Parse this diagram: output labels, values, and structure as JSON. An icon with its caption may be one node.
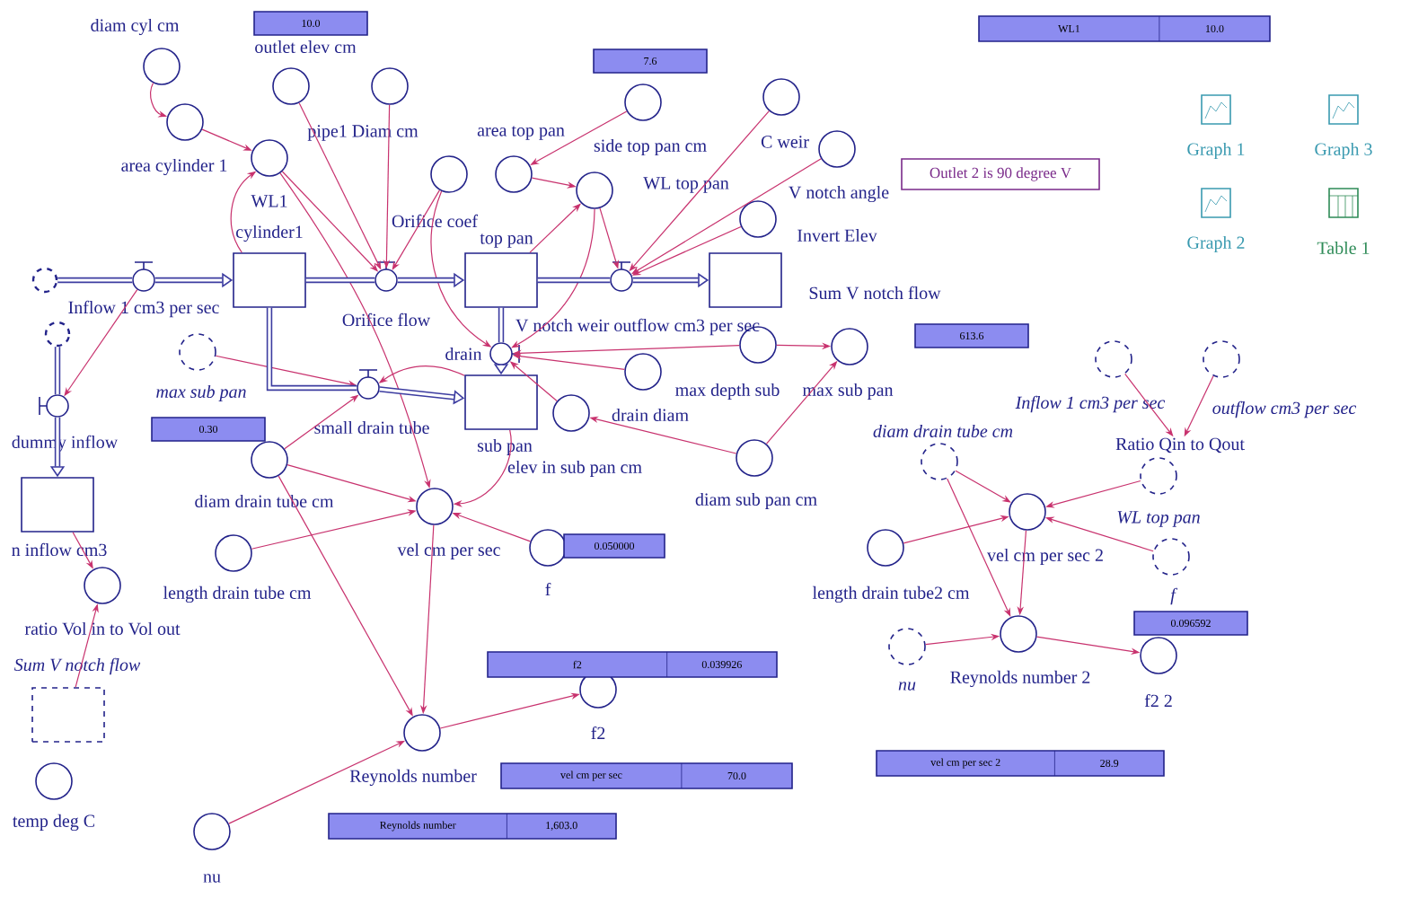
{
  "diagram": {
    "nodes": [
      {
        "text": [
          "diam cyl cm"
        ]
      },
      {
        "text": [
          "area cylinder 1"
        ]
      },
      {
        "text": [
          "WL1"
        ]
      },
      {
        "text": [
          "outlet elev cm"
        ]
      },
      {
        "text": [
          "pipe1 Diam cm"
        ]
      },
      {
        "text": [
          "area top pan"
        ]
      },
      {
        "text": [
          "Orifice coef"
        ]
      },
      {
        "text": [
          "side top pan cm"
        ]
      },
      {
        "text": [
          "WL top pan"
        ]
      },
      {
        "text": [
          "C weir"
        ]
      },
      {
        "text": [
          "V notch angle"
        ]
      },
      {
        "text": [
          "Invert Elev"
        ]
      },
      {
        "text": [
          "cylinder1"
        ]
      },
      {
        "text": [],
        "shape": "cloud"
      },
      {
        "text": [
          "Inflow 1 cm3 per sec"
        ]
      },
      {
        "text": [
          "Orifice flow"
        ]
      },
      {
        "text": [
          "top pan"
        ]
      },
      {
        "text": [
          "V notch weir outflow cm3 per sec"
        ]
      },
      {
        "text": [
          "Sum V notch flow"
        ]
      },
      {
        "text": [
          "Outlet 2 is 90 degree V"
        ]
      },
      {
        "text": [],
        "shape": "cloud"
      },
      {
        "text": [
          "dummy inflow"
        ]
      },
      {
        "text": [
          "max sub pan"
        ]
      },
      {
        "text": [
          "small drain tube"
        ]
      },
      {
        "text": [
          "drain"
        ]
      },
      {
        "text": [
          "sub pan"
        ]
      },
      {
        "text": [
          "drain diam"
        ]
      },
      {
        "text": [
          "max depth sub"
        ]
      },
      {
        "text": [],
        "shape": "circle"
      },
      {
        "text": [
          "max sub pan"
        ]
      },
      {
        "text": [
          "diam sub pan cm"
        ]
      },
      {
        "text": [
          "n inflow cm3"
        ]
      },
      {
        "text": [
          "ratio Vol in to Vol out"
        ]
      },
      {
        "text": [
          "Sum V notch flow"
        ]
      },
      {
        "text": [
          "temp deg C"
        ]
      },
      {
        "text": [
          "diam drain tube cm"
        ]
      },
      {
        "text": [
          "length drain tube cm"
        ]
      },
      {
        "text": [
          "vel cm per sec"
        ]
      },
      {
        "text": [
          "f"
        ]
      },
      {
        "text": [
          "f2"
        ]
      },
      {
        "text": [
          "Reynolds number"
        ]
      },
      {
        "text": [
          "nu"
        ]
      },
      {
        "text": [
          "Inflow 1 cm3 per sec"
        ]
      },
      {
        "text": [
          "outflow cm3 per sec"
        ]
      },
      {
        "text": [
          "diam drain tube cm"
        ]
      },
      {
        "text": [
          "Ratio Qin to Qout"
        ]
      },
      {
        "text": [
          "WL top pan"
        ]
      },
      {
        "text": [
          "length drain tube2 cm"
        ]
      },
      {
        "text": [
          "vel cm per sec 2"
        ]
      },
      {
        "text": [
          "f"
        ]
      },
      {
        "text": [
          "nu"
        ]
      },
      {
        "text": [
          "Reynolds number 2"
        ]
      },
      {
        "text": [
          "f2 2"
        ]
      },
      {
        "text": [
          "10.0"
        ]
      },
      {
        "text": [
          "WL1",
          "10.0"
        ]
      },
      {
        "text": [
          "7.6"
        ]
      },
      {
        "text": [
          "613.6"
        ]
      },
      {
        "text": [
          "0.30"
        ]
      },
      {
        "text": [
          "0.050000"
        ]
      },
      {
        "text": [
          "f2",
          "0.039926"
        ]
      },
      {
        "text": [
          "vel cm per sec",
          "70.0"
        ]
      },
      {
        "text": [
          "Reynolds number",
          "1,603.0"
        ]
      },
      {
        "text": [
          "0.096592"
        ]
      },
      {
        "text": [
          "vel cm per sec 2",
          "28.9"
        ]
      }
    ],
    "edges": [
      {
        "from": 0,
        "to": 1,
        "arrow": "to"
      },
      {
        "from": 1,
        "to": 2,
        "arrow": "to"
      },
      {
        "from": 12,
        "to": 2,
        "arrow": "to"
      },
      {
        "from": 2,
        "to": 15,
        "arrow": "to"
      },
      {
        "from": 3,
        "to": 15,
        "arrow": "to"
      },
      {
        "from": 4,
        "to": 15,
        "arrow": "to"
      },
      {
        "from": 6,
        "to": 15,
        "arrow": "to"
      },
      {
        "from": 6,
        "to": 24,
        "arrow": "to"
      },
      {
        "from": 2,
        "to": 37,
        "arrow": "to"
      },
      {
        "from": 14,
        "to": 21,
        "arrow": "to"
      },
      {
        "from": 7,
        "to": 5,
        "arrow": "to"
      },
      {
        "from": 5,
        "to": 8,
        "arrow": "to"
      },
      {
        "from": 16,
        "to": 8,
        "arrow": "to"
      },
      {
        "from": 8,
        "to": 17,
        "arrow": "to"
      },
      {
        "from": 8,
        "to": 24,
        "arrow": "to"
      },
      {
        "from": 9,
        "to": 17,
        "arrow": "to"
      },
      {
        "from": 10,
        "to": 17,
        "arrow": "to"
      },
      {
        "from": 11,
        "to": 17,
        "arrow": "to"
      },
      {
        "from": 22,
        "to": 23,
        "arrow": "to"
      },
      {
        "from": 35,
        "to": 23,
        "arrow": "to"
      },
      {
        "from": 25,
        "to": 23,
        "arrow": "to"
      },
      {
        "from": 27,
        "to": 24,
        "arrow": "to"
      },
      {
        "from": 28,
        "to": 24,
        "arrow": "to"
      },
      {
        "from": 28,
        "to": 29,
        "arrow": "to"
      },
      {
        "from": 26,
        "to": 24,
        "arrow": "to"
      },
      {
        "from": 30,
        "to": 26,
        "arrow": "to"
      },
      {
        "from": 30,
        "to": 29,
        "arrow": "to"
      },
      {
        "from": 25,
        "to": 37,
        "arrow": "to"
      },
      {
        "from": 35,
        "to": 37,
        "arrow": "to"
      },
      {
        "from": 35,
        "to": 40,
        "arrow": "to"
      },
      {
        "from": 36,
        "to": 37,
        "arrow": "to"
      },
      {
        "from": 38,
        "to": 37,
        "arrow": "to"
      },
      {
        "from": 37,
        "to": 40,
        "arrow": "to"
      },
      {
        "from": 41,
        "to": 40,
        "arrow": "to"
      },
      {
        "from": 40,
        "to": 39,
        "arrow": "to"
      },
      {
        "from": 31,
        "to": 32,
        "arrow": "to"
      },
      {
        "from": 33,
        "to": 32,
        "arrow": "to"
      },
      {
        "from": 42,
        "to": 45,
        "arrow": "to"
      },
      {
        "from": 43,
        "to": 45,
        "arrow": "to"
      },
      {
        "from": 44,
        "to": 48,
        "arrow": "to"
      },
      {
        "from": 44,
        "to": 51,
        "arrow": "to"
      },
      {
        "from": 46,
        "to": 48,
        "arrow": "to"
      },
      {
        "from": 47,
        "to": 48,
        "arrow": "to"
      },
      {
        "from": 49,
        "to": 48,
        "arrow": "to"
      },
      {
        "from": 48,
        "to": 51,
        "arrow": "to"
      },
      {
        "from": 50,
        "to": 51,
        "arrow": "to"
      },
      {
        "from": 51,
        "to": 52,
        "arrow": "to"
      },
      {
        "from": 13,
        "to": 14,
        "arrow": "none",
        "style": "thick",
        "color": "#3c3ca0"
      },
      {
        "from": 14,
        "to": 12,
        "arrow": "to",
        "style": "thick",
        "color": "#3c3ca0"
      },
      {
        "from": 12,
        "to": 15,
        "arrow": "none",
        "style": "thick",
        "color": "#3c3ca0"
      },
      {
        "from": 15,
        "to": 16,
        "arrow": "to",
        "style": "thick",
        "color": "#3c3ca0"
      },
      {
        "from": 16,
        "to": 17,
        "arrow": "none",
        "style": "thick",
        "color": "#3c3ca0"
      },
      {
        "from": 17,
        "to": 18,
        "arrow": "to",
        "style": "thick",
        "color": "#3c3ca0"
      },
      {
        "from": 20,
        "to": 21,
        "arrow": "none",
        "style": "thick",
        "color": "#3c3ca0"
      },
      {
        "from": 21,
        "to": 31,
        "arrow": "to",
        "style": "thick",
        "color": "#3c3ca0"
      },
      {
        "from": 12,
        "to": 23,
        "arrow": "none",
        "style": "thick",
        "color": "#3c3ca0"
      },
      {
        "from": 23,
        "to": 25,
        "arrow": "to",
        "style": "thick",
        "color": "#3c3ca0"
      },
      {
        "from": 16,
        "to": 24,
        "arrow": "none",
        "style": "thick",
        "color": "#3c3ca0"
      },
      {
        "from": 24,
        "to": 25,
        "arrow": "to",
        "style": "thick",
        "color": "#3c3ca0"
      }
    ],
    "labels": [
      "elev in sub pan cm",
      "Graph 1",
      "Graph 3",
      "Graph 2",
      "Table 1"
    ]
  }
}
